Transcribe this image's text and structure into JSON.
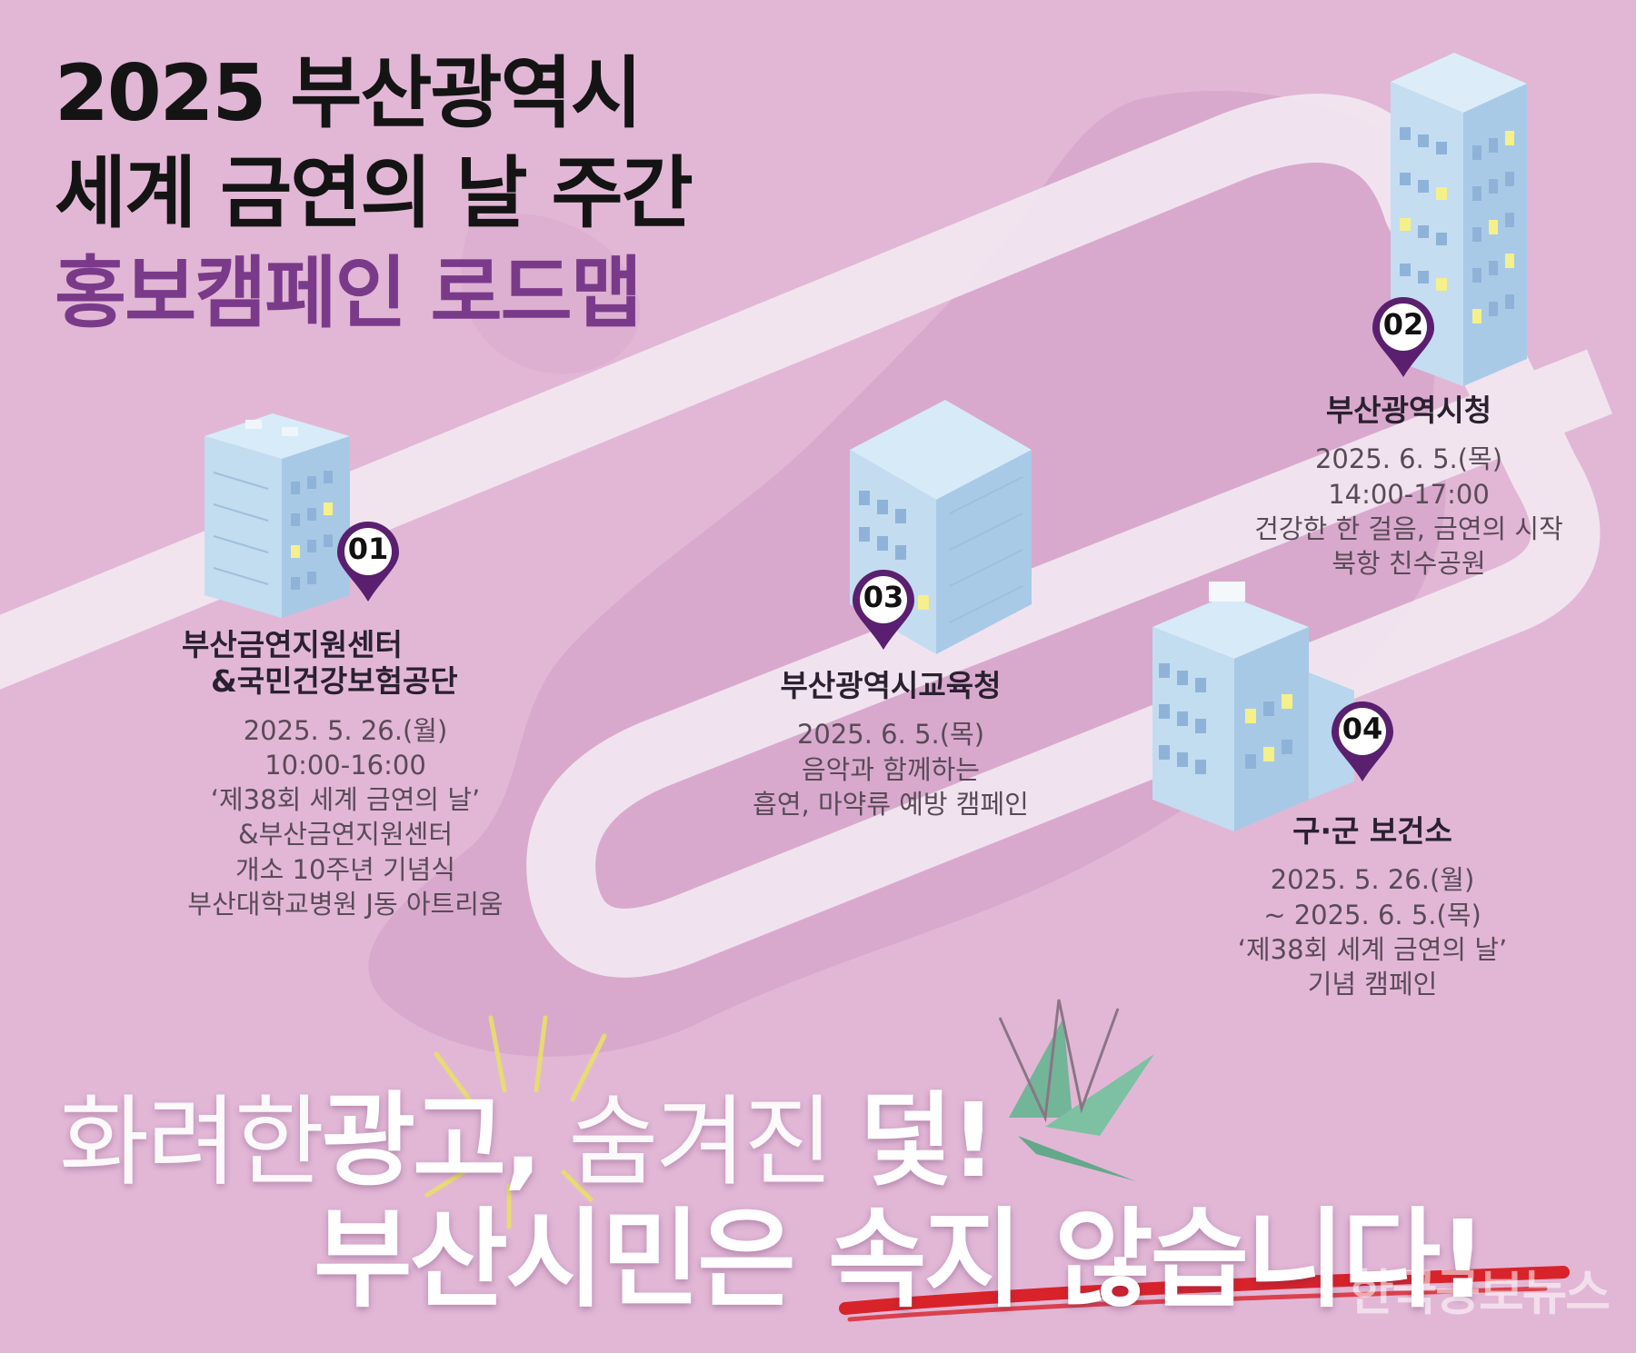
{
  "header": {
    "line1": "2025 부산광역시",
    "line2": "세계 금연의 날 주간",
    "line3": "홍보캠페인 로드맵"
  },
  "stops": [
    {
      "number": "01",
      "name_lines": [
        "부산금연지원센터",
        "&국민건강보험공단"
      ],
      "details": [
        "2025. 5. 26.(월)",
        "10:00-16:00",
        "‘제38회 세계 금연의 날’",
        "&부산금연지원센터",
        "개소 10주년 기념식",
        "부산대학교병원 J동 아트리움"
      ]
    },
    {
      "number": "02",
      "name_lines": [
        "부산광역시청"
      ],
      "details": [
        "2025. 6. 5.(목)",
        "14:00-17:00",
        "건강한 한 걸음, 금연의 시작",
        "북항 친수공원"
      ]
    },
    {
      "number": "03",
      "name_lines": [
        "부산광역시교육청"
      ],
      "details": [
        "2025. 6. 5.(목)",
        "음악과 함께하는",
        "흡연, 마약류 예방 캠페인"
      ]
    },
    {
      "number": "04",
      "name_lines": [
        "구·군 보건소"
      ],
      "details": [
        "2025. 5. 26.(월)",
        "~ 2025. 6. 5.(목)",
        "‘제38회 세계 금연의 날’",
        "기념 캠페인"
      ]
    }
  ],
  "slogan": {
    "part1": "화려한",
    "part2": "광고,",
    "part3": "숨겨진",
    "part4": "덫!",
    "line2_a": "부산시민은",
    "line2_b": "속지 않습니다!"
  },
  "watermark": "한국공보뉴스",
  "colors": {
    "background": "#e2b7d6",
    "road": "#f1e6f0",
    "pin": "#5a1f6e",
    "title_accent": "#7a3a8a",
    "underline": "#d8232a",
    "building": "#b9d8ef"
  }
}
